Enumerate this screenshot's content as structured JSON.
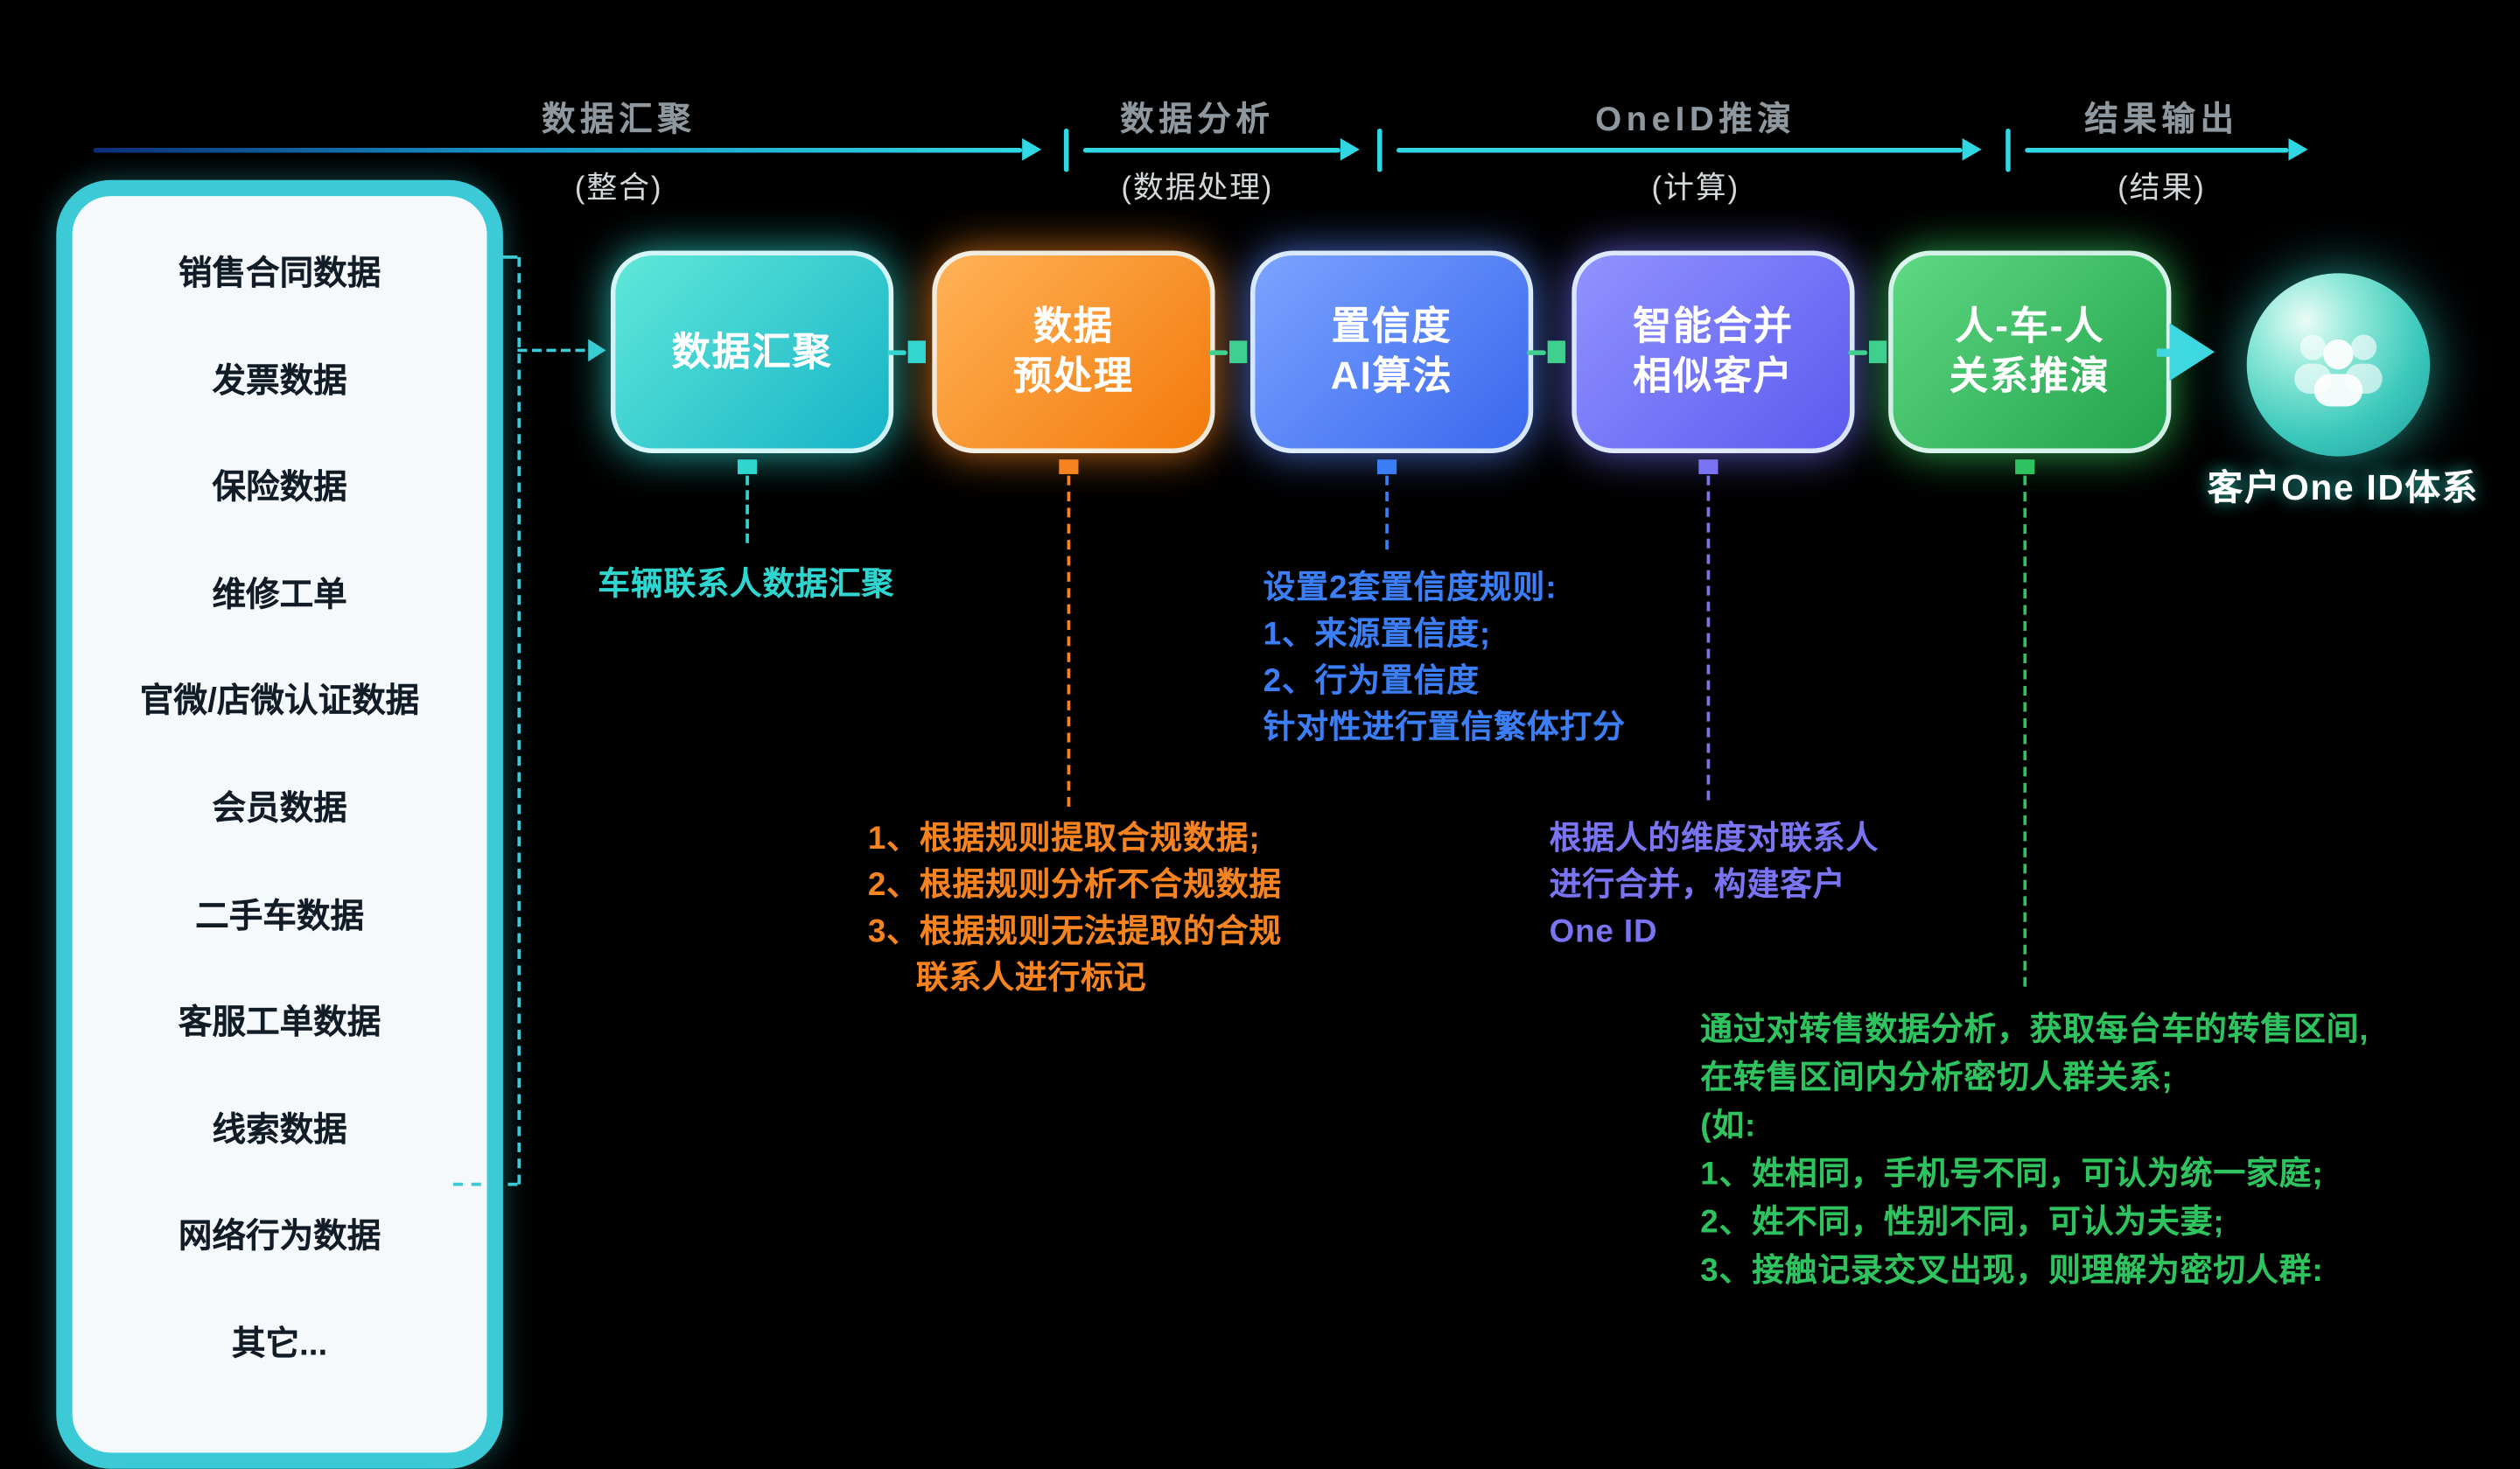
{
  "phases": [
    {
      "label": "数据汇聚",
      "sub": "(整合)"
    },
    {
      "label": "数据分析",
      "sub": "(数据处理)"
    },
    {
      "label": "OneID推演",
      "sub": "(计算)"
    },
    {
      "label": "结果输出",
      "sub": "(结果)"
    }
  ],
  "sources": {
    "items": [
      "销售合同数据",
      "发票数据",
      "保险数据",
      "维修工单",
      "官微/店微认证数据",
      "会员数据",
      "二手车数据",
      "客服工单数据",
      "线索数据",
      "网络行为数据",
      "其它..."
    ]
  },
  "steps": [
    {
      "line1": "数据汇聚",
      "line2": ""
    },
    {
      "line1": "数据",
      "line2": "预处理"
    },
    {
      "line1": "置信度",
      "line2": "AI算法"
    },
    {
      "line1": "智能合并",
      "line2": "相似客户"
    },
    {
      "line1": "人-车-人",
      "line2": "关系推演"
    }
  ],
  "result": {
    "label": "客户One ID体系",
    "icon": "people-group-icon"
  },
  "annotations": {
    "step1": {
      "line1": "车辆联系人数据汇聚"
    },
    "step2": {
      "line1": "1、根据规则提取合规数据;",
      "line2": "2、根据规则分析不合规数据",
      "line3": "3、根据规则无法提取的合规",
      "line4": "联系人进行标记"
    },
    "step3": {
      "line1": "设置2套置信度规则:",
      "line2": "1、来源置信度;",
      "line3": "2、行为置信度",
      "line4": "针对性进行置信繁体打分"
    },
    "step4": {
      "line1": "根据人的维度对联系人",
      "line2": "进行合并，构建客户",
      "line3": "One ID"
    },
    "step5": {
      "line1": "通过对转售数据分析，获取每台车的转售区间,",
      "line2": "在转售区间内分析密切人群关系;",
      "line3": "(如:",
      "line4": "1、姓相同，手机号不同，可认为统一家庭;",
      "line5": "2、姓不同，性别不同，可认为夫妻;",
      "line6": "3、接触记录交叉出现，则理解为密切人群:"
    }
  },
  "colors": {
    "background": "#000000",
    "timeline": "#2fd8e2",
    "panel_border": "#3ccbd6",
    "step1": "#2ed6ce",
    "step2": "#f5831f",
    "step3": "#4f7bf0",
    "step4": "#6f6df2",
    "step5": "#2fc35f"
  }
}
